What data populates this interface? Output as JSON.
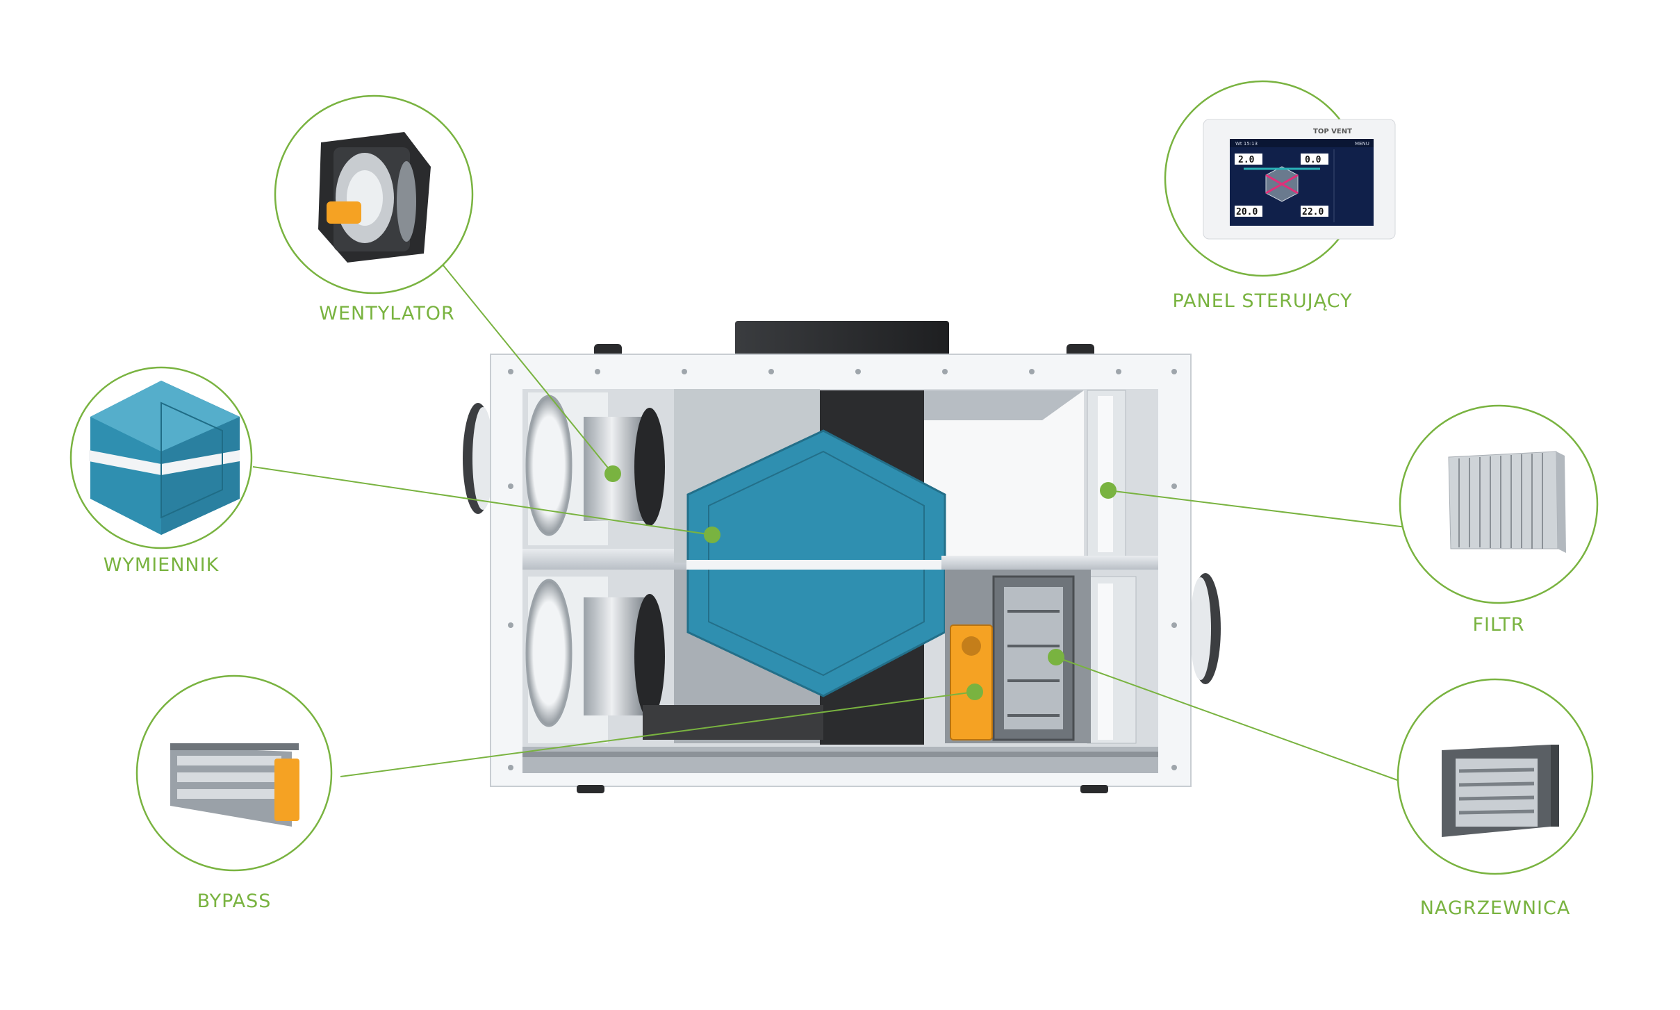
{
  "labels": {
    "wentylator": "WENTYLATOR",
    "wymiennik": "WYMIENNIK",
    "bypass": "BYPASS",
    "panel": "PANEL STERUJĄCY",
    "filtr": "FILTR",
    "nagrzewnica": "NAGRZEWNICA"
  },
  "control_panel": {
    "brand": "TOP VENT",
    "menu": "MENU",
    "time": "Wt 15:13",
    "value_top_left": "2.0",
    "value_top_right": "0.0",
    "value_bottom_left": "20.0",
    "value_bottom_right": "22.0"
  },
  "colors": {
    "accent_green": "#79b340",
    "exchanger_blue": "#2f8fb0",
    "actuator_orange": "#f5a223"
  },
  "icons": [
    "fan-icon",
    "heat-exchanger-icon",
    "bypass-damper-icon",
    "control-panel-icon",
    "filter-icon",
    "heater-icon"
  ]
}
